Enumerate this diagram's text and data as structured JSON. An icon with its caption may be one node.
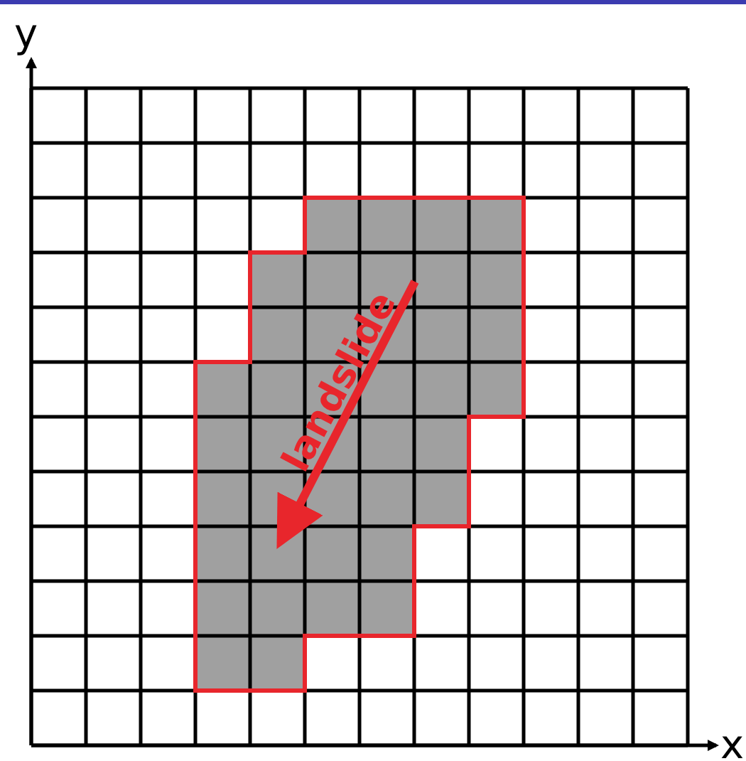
{
  "diagram": {
    "labels": [
      "y",
      "landslide",
      "x"
    ]
  }
}
